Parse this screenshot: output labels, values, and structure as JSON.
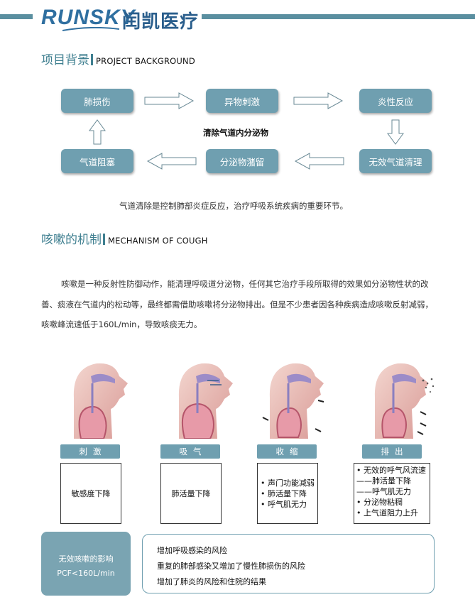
{
  "header": {
    "logo_en": "RUNSKY",
    "logo_cn": "闰凯医疗"
  },
  "section1": {
    "title_cn": "项目背景",
    "title_en": "PROJECT BACKGROUND"
  },
  "flow": {
    "boxes": [
      "肺损伤",
      "异物刺激",
      "炎性反应",
      "无效气道清理",
      "分泌物潴留",
      "气道阻塞"
    ],
    "center": "清除气道内分泌物",
    "caption": "气道清除是控制肺部炎症反应，治疗呼吸系统疾病的重要环节。"
  },
  "section2": {
    "title_cn": "咳嗽的机制",
    "title_en": "MECHANISM OF COUGH"
  },
  "cough": {
    "paragraph": "咳嗽是一种反射性防御动作，能清理呼吸道分泌物，任何其它治疗手段所取得的效果如分泌物性状的改善、痰液在气道内的松动等，最终都需借助咳嗽将分泌物排出。但是不少患者因各种疾病造成咳嗽反射减弱，咳嗽峰流速低于160L/min，导致咳痰无力。"
  },
  "stages": [
    {
      "label": "刺激",
      "items": [
        "敏感度下降"
      ]
    },
    {
      "label": "吸气",
      "items": [
        "肺活量下降"
      ]
    },
    {
      "label": "收缩",
      "items": [
        "• 声门功能减弱",
        "• 肺活量下降",
        "• 呼气肌无力"
      ]
    },
    {
      "label": "排出",
      "items": [
        "• 无效的呼气风流速",
        "——肺活量下降",
        "——呼气肌无力",
        "• 分泌物粘稠",
        "• 上气道阻力上升"
      ]
    }
  ],
  "impact": {
    "left_title": "无效咳嗽的影响",
    "left_sub": "PCF<160L/min",
    "items": [
      "增加呼吸感染的风险",
      "重复的肺部感染又增加了慢性肺损伤的风险",
      "增加了肺炎的风险和住院的结果"
    ]
  },
  "colors": {
    "accent": "#6f9fb0",
    "title": "#3f7f90",
    "logo": "#2f6fa0"
  }
}
